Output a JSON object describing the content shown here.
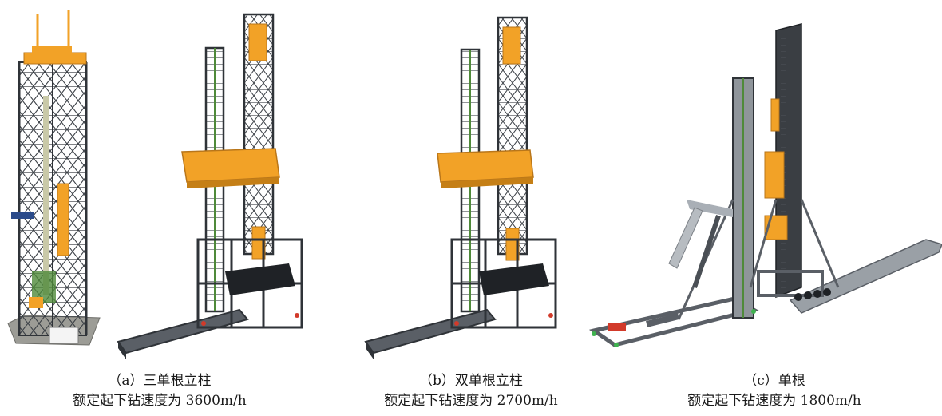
{
  "panels": [
    {
      "label": "（a）三单根立柱",
      "speed": "额定起下钻速度为 3600m/h"
    },
    {
      "label": "（b）双单根立柱",
      "speed": "额定起下钻速度为 2700m/h"
    },
    {
      "label": "（c）单根",
      "speed": "额定起下钻速度为 1800m/h"
    }
  ],
  "colors": {
    "steel": "#5a5f66",
    "steel_dark": "#2f3338",
    "steel_light": "#a9afb6",
    "accent": "#f2a227",
    "deck": "#1f2226",
    "green": "#4f8a3a",
    "base": "#9c9c96"
  }
}
